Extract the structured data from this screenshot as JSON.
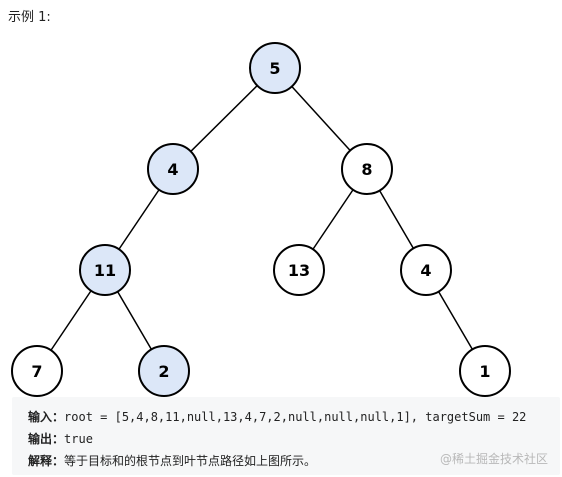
{
  "title": "示例 1:",
  "colors": {
    "highlight": "#dce7f8",
    "normal": "#ffffff",
    "stroke": "#000000",
    "panel_bg": "#f6f7f8"
  },
  "tree": {
    "nodes": [
      {
        "id": "n5",
        "label": "5",
        "highlight": true
      },
      {
        "id": "n4a",
        "label": "4",
        "highlight": true
      },
      {
        "id": "n8",
        "label": "8",
        "highlight": false
      },
      {
        "id": "n11",
        "label": "11",
        "highlight": true
      },
      {
        "id": "n13",
        "label": "13",
        "highlight": false
      },
      {
        "id": "n4b",
        "label": "4",
        "highlight": false
      },
      {
        "id": "n7",
        "label": "7",
        "highlight": false
      },
      {
        "id": "n2",
        "label": "2",
        "highlight": true
      },
      {
        "id": "n1",
        "label": "1",
        "highlight": false
      }
    ],
    "edges": [
      [
        "n5",
        "n4a"
      ],
      [
        "n5",
        "n8"
      ],
      [
        "n4a",
        "n11"
      ],
      [
        "n8",
        "n13"
      ],
      [
        "n8",
        "n4b"
      ],
      [
        "n11",
        "n7"
      ],
      [
        "n11",
        "n2"
      ],
      [
        "n4b",
        "n1"
      ]
    ]
  },
  "example": {
    "input_label": "输入：",
    "input_value": "root = [5,4,8,11,null,13,4,7,2,null,null,null,1], targetSum = 22",
    "output_label": "输出：",
    "output_value": "true",
    "explain_label": "解释：",
    "explain_value": "等于目标和的根节点到叶节点路径如上图所示。"
  },
  "watermark": "@稀土掘金技术社区"
}
